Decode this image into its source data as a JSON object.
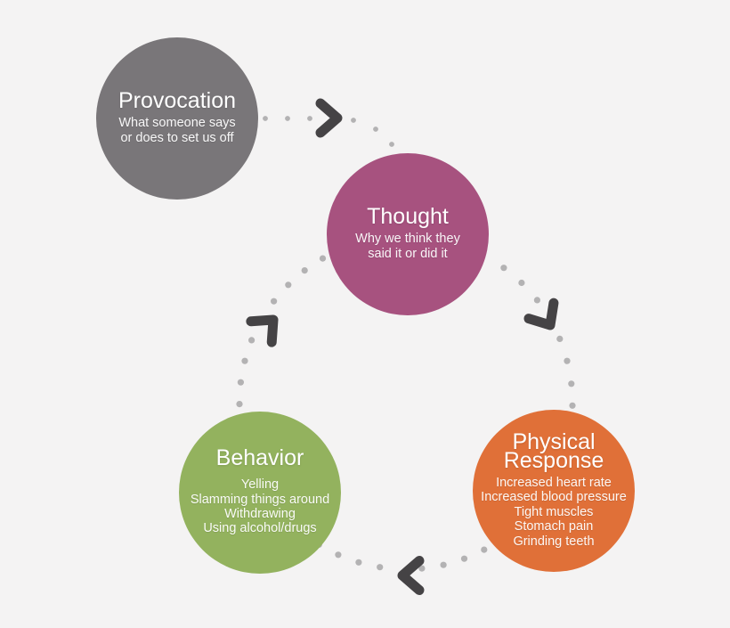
{
  "background_color": "#f4f3f3",
  "connectors": {
    "dot_color": "#b3b2b3",
    "chevron_color": "#454345"
  },
  "circles": [
    {
      "id": "provocation",
      "title": "Provocation",
      "body": "What someone says\nor does to set us off",
      "color": "#797679"
    },
    {
      "id": "thought",
      "title": "Thought",
      "body": "Why we think they\nsaid it or did it",
      "color": "#a7527f"
    },
    {
      "id": "behavior",
      "title": "Behavior",
      "body": "Yelling\nSlamming things around\nWithdrawing\nUsing alcohol/drugs",
      "color": "#93b25e"
    },
    {
      "id": "physical_response",
      "title": "Physical Response",
      "body": "Increased heart rate\nIncreased blood pressure\nTight muscles\nStomach pain\nGrinding teeth",
      "color": "#e07038"
    }
  ]
}
